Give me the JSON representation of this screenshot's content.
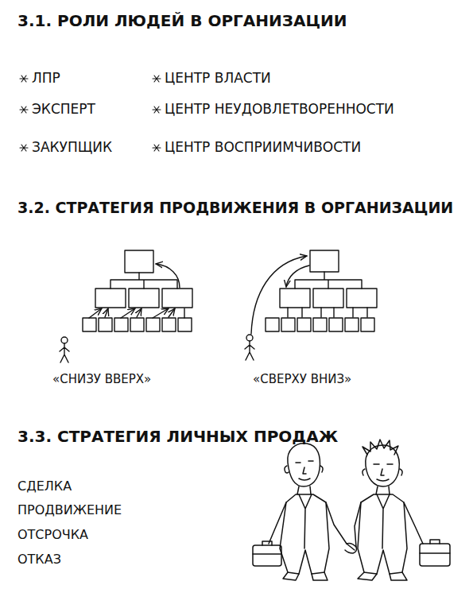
{
  "diagram": {
    "labels": [
      "3.1. РОЛИ ЛЮДЕЙ В ОРГАНИЗАЦИИ",
      "ЛПР",
      "ЭКСПЕРТ",
      "ЗАКУПЩИК",
      "ЦЕНТР ВЛАСТИ",
      "ЦЕНТР НЕУДОВЛЕТВОРЕННОСТИ",
      "ЦЕНТР ВОСПРИИМЧИВОСТИ",
      "3.2. СТРАТЕГИЯ ПРОДВИЖЕНИЯ В ОРГАНИЗАЦИИ",
      "«СНИЗУ ВВЕРХ»",
      "«СВЕРХУ ВНИЗ»",
      "3.3. СТРАТЕГИЯ ЛИЧНЫХ ПРОДАЖ",
      "СДЕЛКА",
      "ПРОДВИЖЕНИЕ",
      "ОТСРОЧКА",
      "ОТКАЗ"
    ]
  }
}
